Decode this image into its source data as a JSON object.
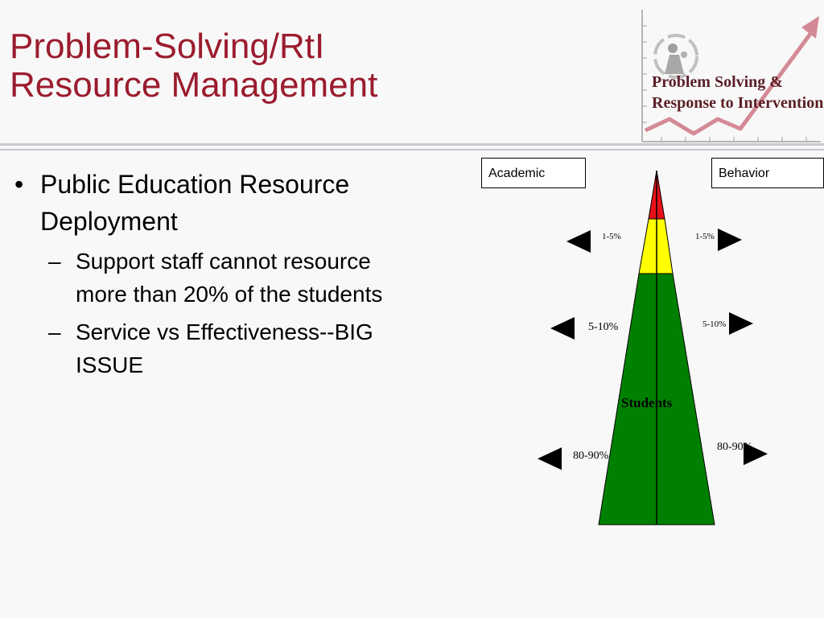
{
  "slide": {
    "title_line1": "Problem-Solving/RtI",
    "title_line2": "Resource Management"
  },
  "logo": {
    "line1": "Problem Solving &",
    "line2": "Response to Intervention"
  },
  "bullets": {
    "main": "Public Education Resource Deployment",
    "sub": [
      "Support staff cannot resource more than 20% of the students",
      "Service vs Effectiveness--BIG ISSUE"
    ]
  },
  "diagram": {
    "left_header": "Academic",
    "right_header": "Behavior",
    "center_label": "Students",
    "tiers": [
      {
        "name": "red",
        "color": "#e8101a",
        "left_label": "1-5%",
        "right_label": "1-5%"
      },
      {
        "name": "yellow",
        "color": "#ffff00",
        "left_label": "5-10%",
        "right_label": "5-10%"
      },
      {
        "name": "green",
        "color": "#008000",
        "left_label": "80-90%",
        "right_label": "80-90%"
      }
    ]
  },
  "colors": {
    "title": "#9b1c2e",
    "logo_text": "#5a1e26",
    "logo_arrow": "#d48a96"
  }
}
